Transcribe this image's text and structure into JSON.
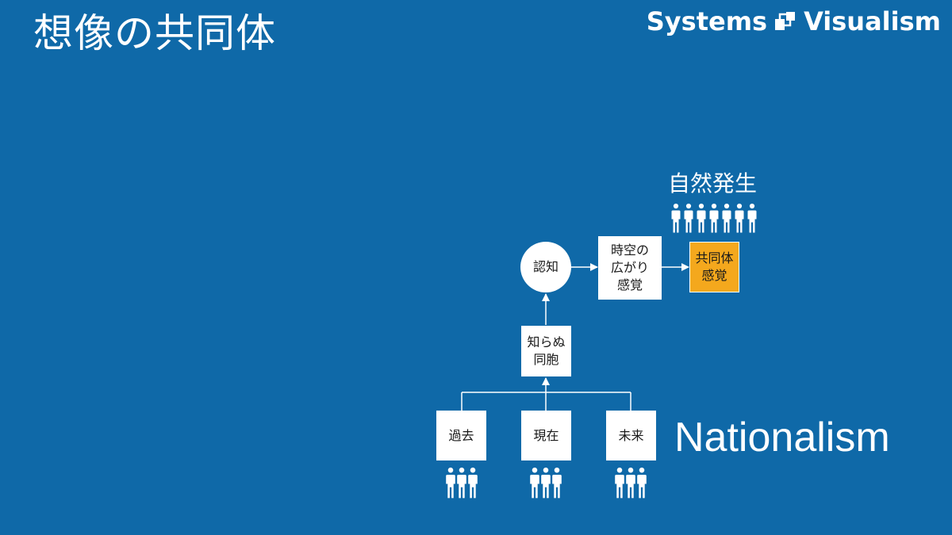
{
  "slide": {
    "title": "想像の共同体",
    "brand": {
      "left": "Systems",
      "right": "Visualism",
      "icon": "systems-visualism-logo-icon"
    },
    "nationalism_label": "Nationalism",
    "natural_label": "自然発生"
  },
  "diagram": {
    "nodes": {
      "cognition": "認知",
      "spacetime": "時空の\n広がり\n感覚",
      "community": "共同体\n感覚",
      "strangers": "知らぬ\n同胞",
      "past": "過去",
      "present": "現在",
      "future": "未来"
    },
    "icons": {
      "people": "people-group-icon",
      "arrow": "arrow-icon"
    },
    "colors": {
      "background": "#0f69a8",
      "highlight": "#f4a81d",
      "box": "#ffffff",
      "line": "#ffffff"
    }
  }
}
